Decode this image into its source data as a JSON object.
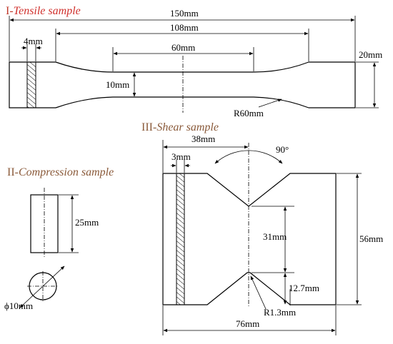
{
  "titles": {
    "tensile": {
      "numeral": "I-",
      "name": "Tensile sample"
    },
    "shear": {
      "numeral": "III-",
      "name": "Shear sample"
    },
    "compression": {
      "numeral": "II-",
      "name": "Compression sample"
    }
  },
  "colors": {
    "tensile_numeral": "#c0392b",
    "tensile_name": "#d0312d",
    "shear_title": "#8a5a3a",
    "compression_title": "#8a5a3a",
    "line": "#000000"
  },
  "tensile": {
    "dims": [
      "150mm",
      "108mm",
      "60mm",
      "4mm",
      "20mm",
      "10mm",
      "R60mm"
    ]
  },
  "shear": {
    "dims": [
      "38mm",
      "90°",
      "3mm",
      "31mm",
      "56mm",
      "12.7mm",
      "R1.3mm",
      "76mm"
    ]
  },
  "compression": {
    "dims": [
      "25mm",
      "ϕ10mm"
    ]
  }
}
